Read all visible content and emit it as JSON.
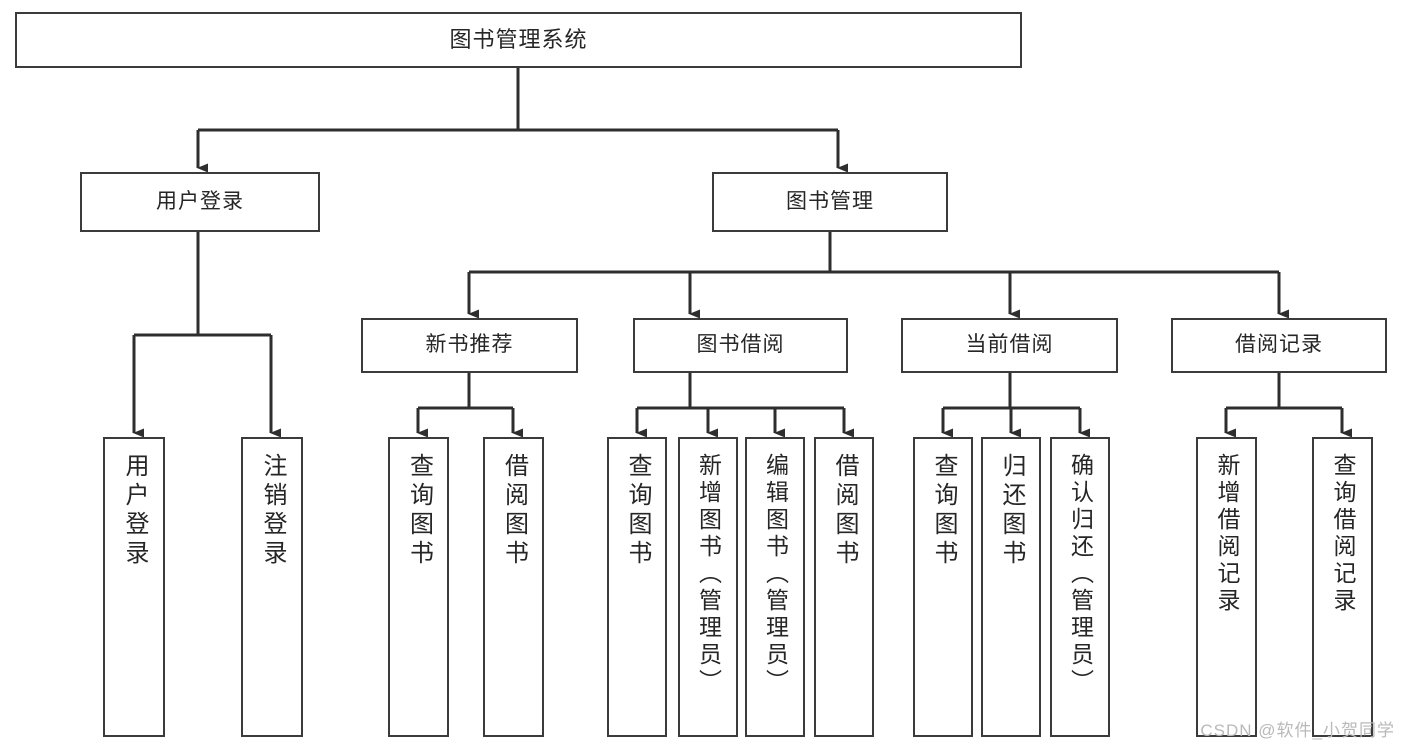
{
  "diagram": {
    "title": "图书管理系统",
    "type": "tree",
    "stroke_color": "#3b3b3b",
    "text_color": "#262626",
    "background": "#ffffff",
    "nodes": {
      "root": {
        "label": "图书管理系统"
      },
      "level2": [
        {
          "id": "user-login",
          "label": "用户登录"
        },
        {
          "id": "book-manage",
          "label": "图书管理"
        }
      ],
      "level3": [
        {
          "id": "new-book-recommend",
          "label": "新书推荐"
        },
        {
          "id": "book-borrow",
          "label": "图书借阅"
        },
        {
          "id": "current-borrow",
          "label": "当前借阅"
        },
        {
          "id": "borrow-record",
          "label": "借阅记录"
        }
      ],
      "leaves": [
        {
          "id": "leaf-user-login",
          "label": "用户登录",
          "parent": "user-login"
        },
        {
          "id": "leaf-logout-login",
          "label": "注销登录",
          "parent": "user-login"
        },
        {
          "id": "leaf-query-book-1",
          "label": "查询图书",
          "parent": "new-book-recommend"
        },
        {
          "id": "leaf-borrow-book-1",
          "label": "借阅图书",
          "parent": "new-book-recommend"
        },
        {
          "id": "leaf-query-book-2",
          "label": "查询图书",
          "parent": "book-borrow"
        },
        {
          "id": "leaf-add-book",
          "label": "新增图书（管理员）",
          "parent": "book-borrow"
        },
        {
          "id": "leaf-edit-book",
          "label": "编辑图书（管理员）",
          "parent": "book-borrow"
        },
        {
          "id": "leaf-borrow-book-2",
          "label": "借阅图书",
          "parent": "book-borrow"
        },
        {
          "id": "leaf-query-book-3",
          "label": "查询图书",
          "parent": "current-borrow"
        },
        {
          "id": "leaf-return-book",
          "label": "归还图书",
          "parent": "current-borrow"
        },
        {
          "id": "leaf-confirm-return",
          "label": "确认归还（管理员）",
          "parent": "current-borrow"
        },
        {
          "id": "leaf-add-record",
          "label": "新增借阅记录",
          "parent": "borrow-record"
        },
        {
          "id": "leaf-query-record",
          "label": "查询借阅记录",
          "parent": "borrow-record"
        }
      ]
    },
    "watermark": "CSDN @软件_小贺同学"
  }
}
